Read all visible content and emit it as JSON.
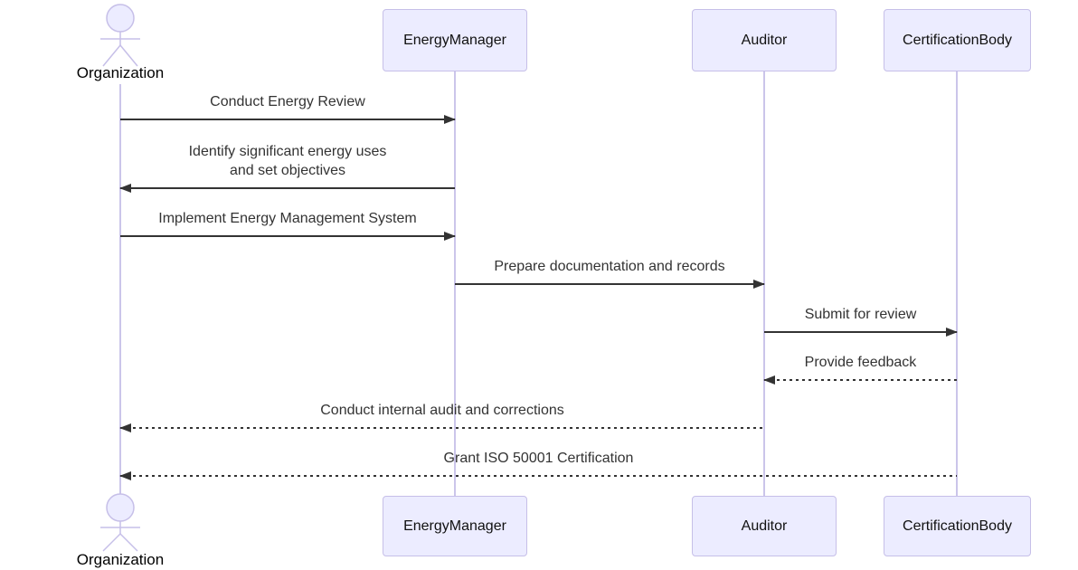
{
  "diagram": {
    "type": "sequence",
    "actor": {
      "label": "Organization"
    },
    "participants": [
      {
        "id": "energy-manager",
        "label": "EnergyManager"
      },
      {
        "id": "auditor",
        "label": "Auditor"
      },
      {
        "id": "certification-body",
        "label": "CertificationBody"
      }
    ],
    "messages": [
      {
        "from": "Organization",
        "to": "EnergyManager",
        "style": "solid",
        "label": "Conduct Energy Review"
      },
      {
        "from": "EnergyManager",
        "to": "Organization",
        "style": "solid",
        "label": "Identify significant energy uses\nand set objectives"
      },
      {
        "from": "Organization",
        "to": "EnergyManager",
        "style": "solid",
        "label": "Implement Energy Management System"
      },
      {
        "from": "EnergyManager",
        "to": "Auditor",
        "style": "solid",
        "label": "Prepare documentation and records"
      },
      {
        "from": "Auditor",
        "to": "CertificationBody",
        "style": "solid",
        "label": "Submit for review"
      },
      {
        "from": "CertificationBody",
        "to": "Auditor",
        "style": "dashed",
        "label": "Provide feedback"
      },
      {
        "from": "Auditor",
        "to": "Organization",
        "style": "dashed",
        "label": "Conduct internal audit and corrections"
      },
      {
        "from": "CertificationBody",
        "to": "Organization",
        "style": "dashed",
        "label": "Grant ISO 50001 Certification"
      }
    ],
    "colors": {
      "participant_fill": "#ECECFF",
      "participant_border": "#c6bfe8",
      "lifeline": "#cbc5ea",
      "message_line": "#333333",
      "message_text": "#333333",
      "actor_text": "#000000"
    }
  }
}
